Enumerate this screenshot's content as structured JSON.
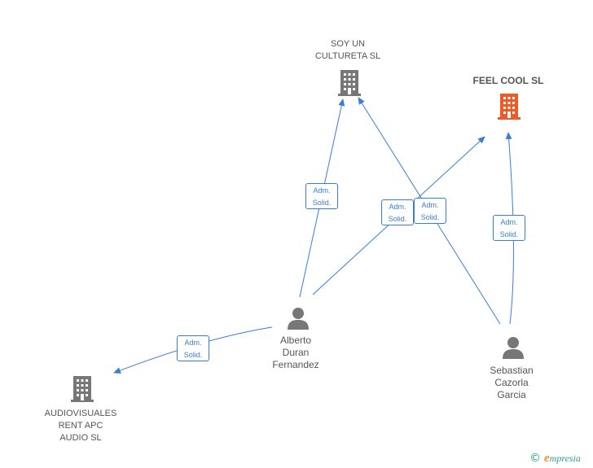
{
  "colors": {
    "edge": "#3a7dd6",
    "company": "#777777",
    "focus_company": "#f05a28",
    "person": "#777777",
    "label": "#555555"
  },
  "nodes": {
    "soy_un_cultureta": {
      "type": "company",
      "icon": "building-icon",
      "lines": [
        "SOY UN",
        "CULTURETA SL"
      ]
    },
    "feel_cool": {
      "type": "focus-company",
      "icon": "building-icon",
      "lines": [
        "FEEL COOL SL"
      ]
    },
    "audiovisuales": {
      "type": "company",
      "icon": "building-icon",
      "lines": [
        "AUDIOVISUALES",
        "RENT APC",
        "AUDIO SL"
      ]
    },
    "alberto": {
      "type": "person",
      "icon": "person-icon",
      "lines": [
        "Alberto",
        "Duran",
        "Fernandez"
      ]
    },
    "sebastian": {
      "type": "person",
      "icon": "person-icon",
      "lines": [
        "Sebastian",
        "Cazorla",
        "Garcia"
      ]
    }
  },
  "relations": [
    {
      "from": "alberto",
      "to": "soy_un_cultureta",
      "lines": [
        "Adm.",
        "Solid."
      ]
    },
    {
      "from": "alberto",
      "to": "feel_cool",
      "lines": [
        "Adm.",
        "Solid."
      ]
    },
    {
      "from": "sebastian",
      "to": "soy_un_cultureta",
      "lines": [
        "Adm.",
        "Solid."
      ]
    },
    {
      "from": "sebastian",
      "to": "feel_cool",
      "lines": [
        "Adm.",
        "Solid."
      ]
    },
    {
      "from": "alberto",
      "to": "audiovisuales",
      "lines": [
        "Adm.",
        "Solid."
      ]
    }
  ],
  "footer": {
    "copyright": "©",
    "brand_initial": "e",
    "brand_rest": "mpresia"
  }
}
